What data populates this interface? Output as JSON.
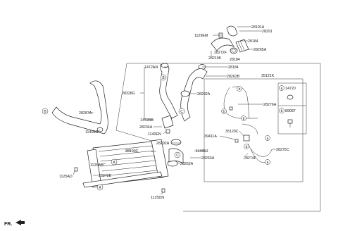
{
  "labels": {
    "p28191A": "28191A",
    "p28291": "28291",
    "p1129EM": "1129EM",
    "p28184a": "28184",
    "p28272F": "28272F",
    "p28265A": "28265A",
    "p28210K": "28210K",
    "p28184b": "28184",
    "p28184c": "28184",
    "p1472AN": "1472AN",
    "p28262B": "28262B",
    "p35121K": "35121K",
    "p28328G": "28328G",
    "p28292A_top": "28292A",
    "p1472BB": "1472BB",
    "p28234A": "28234A",
    "p1140EN": "1140EN",
    "p28276A": "28276A",
    "p28287A": "28287A",
    "p1140EB": "1140EB",
    "p39411A": "39411A",
    "p35120C": "35120C",
    "p28292A_mid": "28292A",
    "p28190C": "28190C",
    "p1140EJ": "1140EJ",
    "p28275C": "28275C",
    "p28263A": "28263A",
    "p28252A": "28252A",
    "p28274F": "28274F",
    "p1125AD_a": "1125AD",
    "p28272E": "28272E",
    "p1125AD_b": "1125AD",
    "p1125DN": "1125DN",
    "legend_a_code": "14720",
    "legend_b_code": "89087"
  },
  "circle_letters": {
    "a": "a",
    "b": "b",
    "A": "A",
    "B": "B",
    "C": "C"
  },
  "corner": {
    "fr": "FR."
  }
}
